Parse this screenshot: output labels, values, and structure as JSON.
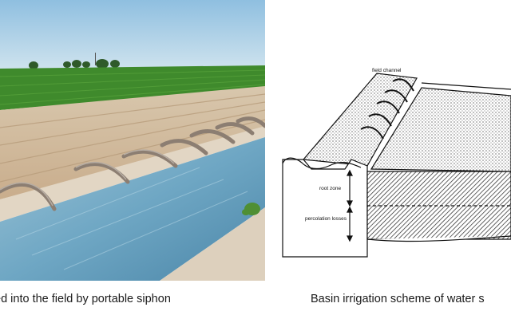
{
  "captions": {
    "left": "ed into the field by portable siphon",
    "right": "Basin irrigation scheme of water s"
  },
  "diagram": {
    "labels": {
      "field_channel": "field channel",
      "root_zone": "root zone",
      "percolation_losses": "percolation losses"
    }
  },
  "colors": {
    "sky": "#a9cfe6",
    "crop": "#3c7d2a",
    "soil": "#d9c6ad",
    "water": "#6fa7c4",
    "siphon": "#8c7e72"
  }
}
